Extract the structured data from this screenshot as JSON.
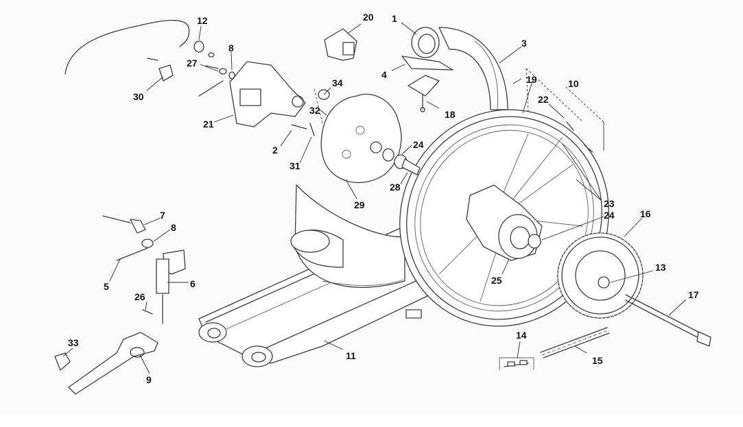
{
  "callouts": {
    "c1": "1",
    "c2a": "2",
    "c3": "3",
    "c4": "4",
    "c5": "5",
    "c6": "6",
    "c7": "7",
    "c8a": "8",
    "c8b": "8",
    "c9": "9",
    "c10": "10",
    "c11": "11",
    "c12": "12",
    "c13": "13",
    "c14": "14",
    "c15": "15",
    "c16": "16",
    "c17": "17",
    "c18": "18",
    "c19": "19",
    "c20": "20",
    "c21": "21",
    "c22": "22",
    "c23": "23",
    "c24a": "24",
    "c24b": "24",
    "c25": "25",
    "c26": "26",
    "c27": "27",
    "c28": "28",
    "c29": "29",
    "c30": "30",
    "c31": "31",
    "c32": "32",
    "c33": "33",
    "c34": "34"
  },
  "colors": {
    "line": "#3a3a3a",
    "label": "#111111",
    "background": "#fbfbfb"
  }
}
